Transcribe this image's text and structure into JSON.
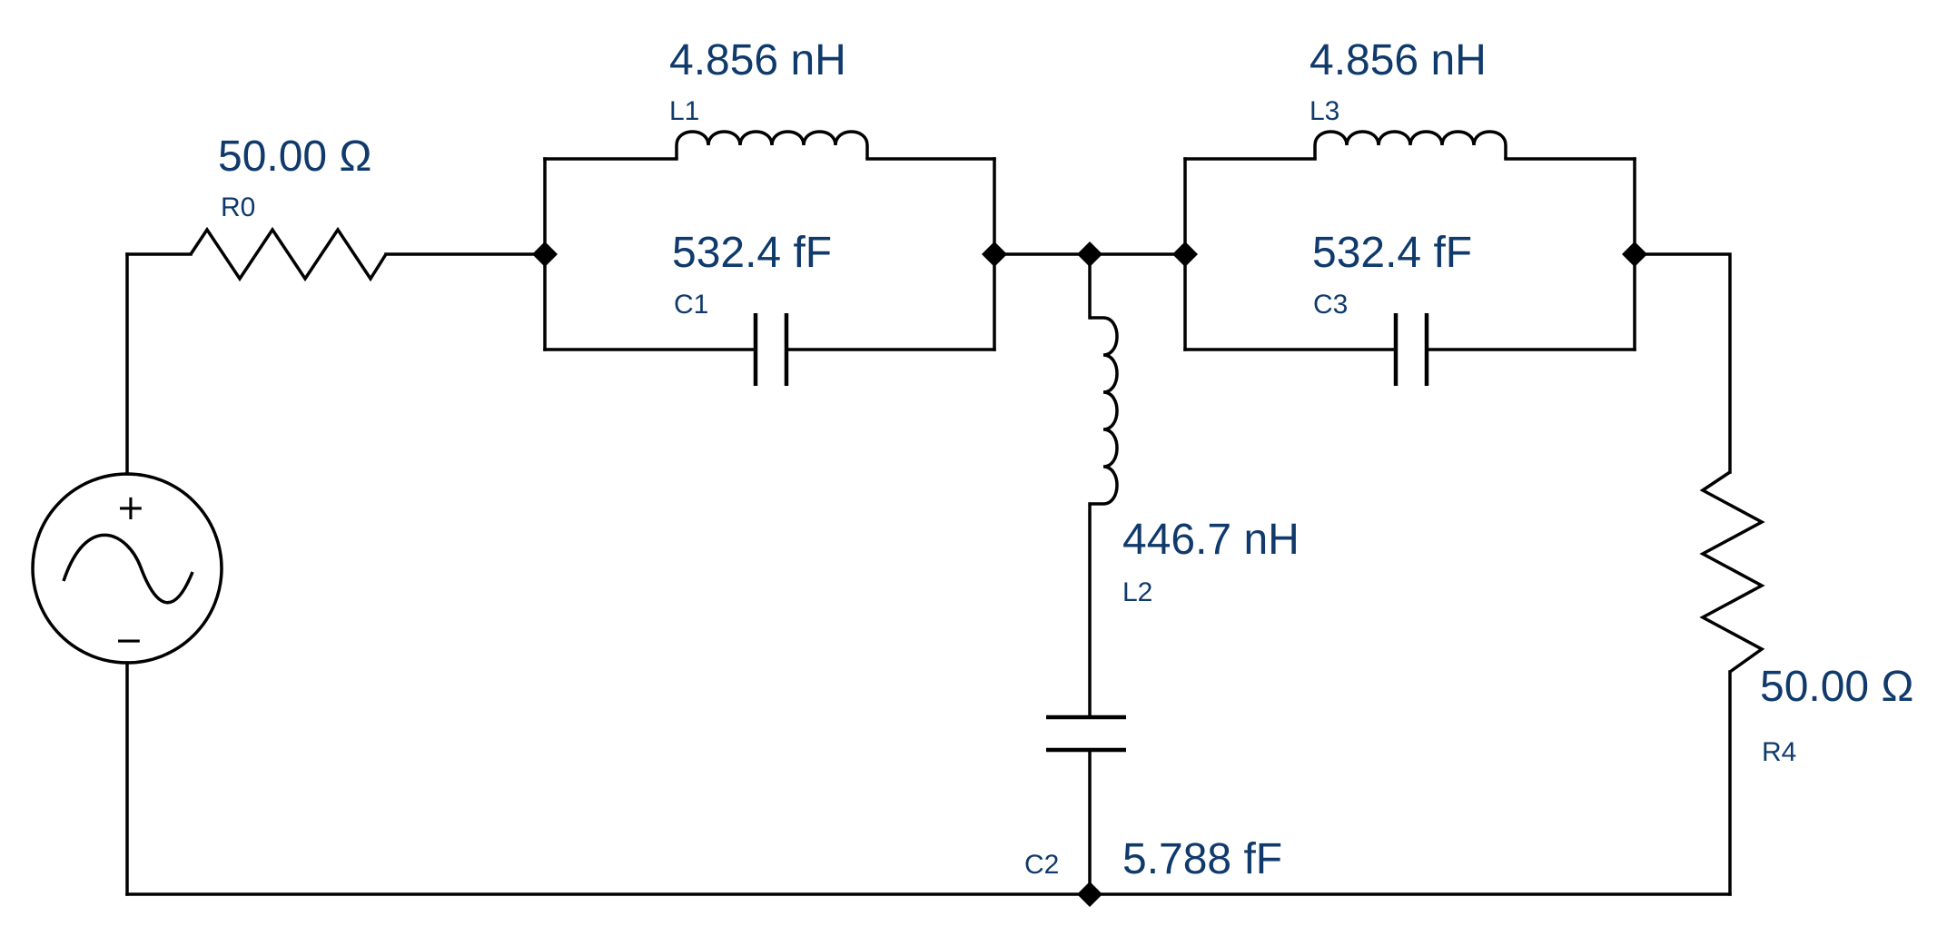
{
  "circuit": {
    "source": {
      "plus": "+",
      "minus": "−"
    },
    "R0": {
      "ref": "R0",
      "value": "50.00 Ω"
    },
    "L1": {
      "ref": "L1",
      "value": "4.856 nH"
    },
    "C1": {
      "ref": "C1",
      "value": "532.4 fF"
    },
    "L2": {
      "ref": "L2",
      "value": "446.7 nH"
    },
    "C2": {
      "ref": "C2",
      "value": "5.788 fF"
    },
    "L3": {
      "ref": "L3",
      "value": "4.856 nH"
    },
    "C3": {
      "ref": "C3",
      "value": "532.4 fF"
    },
    "R4": {
      "ref": "R4",
      "value": "50.00 Ω"
    }
  }
}
